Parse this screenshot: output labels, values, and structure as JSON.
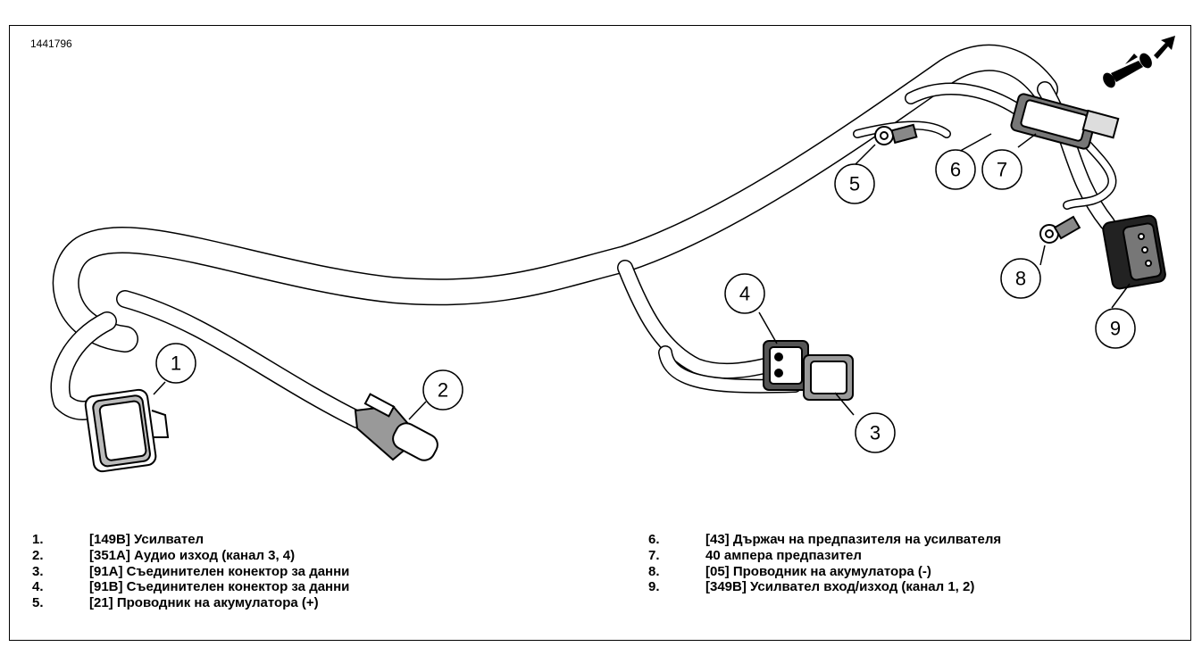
{
  "figure": {
    "id": "1441796"
  },
  "callouts": [
    "1",
    "2",
    "3",
    "4",
    "5",
    "6",
    "7",
    "8",
    "9"
  ],
  "legend": [
    {
      "num": "1.",
      "text": "[149B] Усилвател"
    },
    {
      "num": "2.",
      "text": "[351A] Аудио изход (канал 3, 4)"
    },
    {
      "num": "3.",
      "text": "[91A] Съединителен конектор за данни"
    },
    {
      "num": "4.",
      "text": "[91B] Съединителен конектор за данни"
    },
    {
      "num": "5.",
      "text": "[21] Проводник на акумулатора (+)"
    },
    {
      "num": "6.",
      "text": "[43] Държач на предпазителя на усилвателя"
    },
    {
      "num": "7.",
      "text": "40 ампера предпазител"
    },
    {
      "num": "8.",
      "text": "[05] Проводник на акумулатора (-)"
    },
    {
      "num": "9.",
      "text": "[349B] Усилвател вход/изход (канал 1, 2)"
    }
  ],
  "icons": {
    "orientation": "motorcycle-front-arrow-icon"
  }
}
